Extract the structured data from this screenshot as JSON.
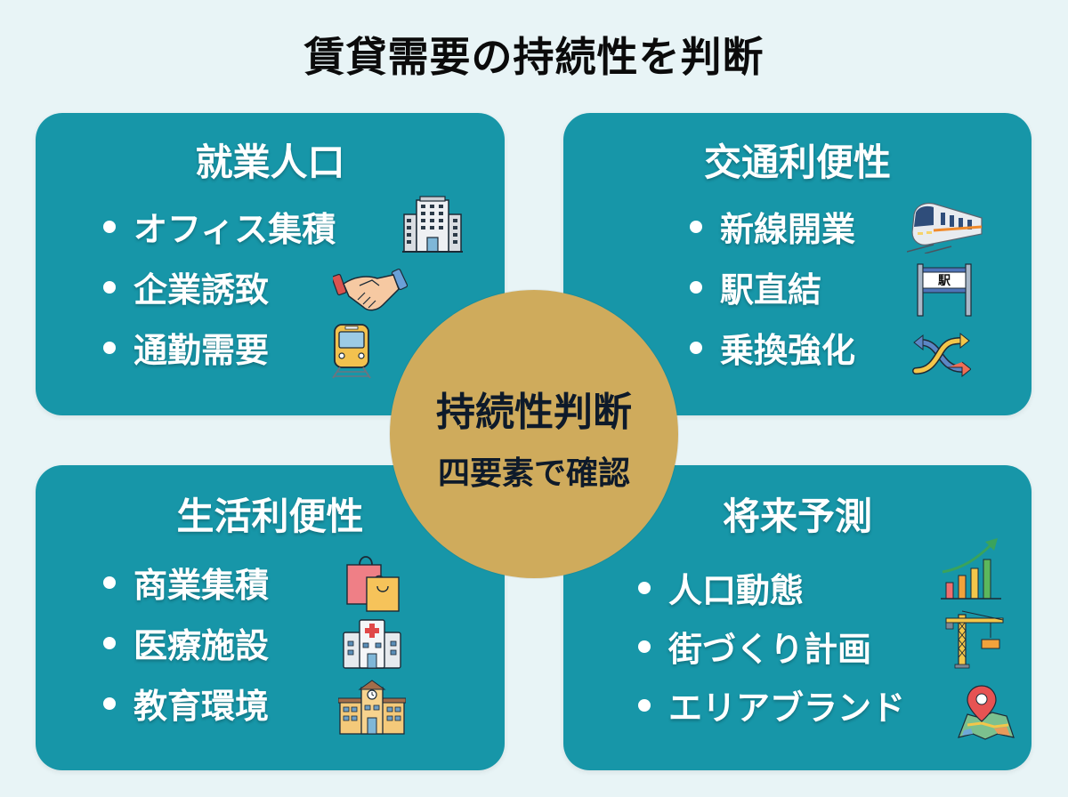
{
  "title": "賃貸需要の持続性を判断",
  "colors": {
    "background": "#e8f4f6",
    "card": "#1796a8",
    "center": "#cfab5c",
    "center_text": "#0e1a2a",
    "card_text": "#ffffff"
  },
  "center": {
    "title": "持続性判断",
    "subtitle": "四要素で確認"
  },
  "cards": [
    {
      "title": "就業人口",
      "items": [
        {
          "label": "オフィス集積",
          "icon": "office-building-icon"
        },
        {
          "label": "企業誘致",
          "icon": "handshake-icon"
        },
        {
          "label": "通勤需要",
          "icon": "train-front-icon"
        }
      ]
    },
    {
      "title": "交通利便性",
      "items": [
        {
          "label": "新線開業",
          "icon": "commuter-train-icon"
        },
        {
          "label": "駅直結",
          "icon": "station-sign-icon"
        },
        {
          "label": "乗換強化",
          "icon": "transfer-arrows-icon"
        }
      ]
    },
    {
      "title": "生活利便性",
      "items": [
        {
          "label": "商業集積",
          "icon": "shopping-bags-icon"
        },
        {
          "label": "医療施設",
          "icon": "hospital-icon"
        },
        {
          "label": "教育環境",
          "icon": "school-icon"
        }
      ]
    },
    {
      "title": "将来予測",
      "items": [
        {
          "label": "人口動態",
          "icon": "growth-chart-icon"
        },
        {
          "label": "街づくり計画",
          "icon": "crane-icon"
        },
        {
          "label": "エリアブランド",
          "icon": "map-pin-icon"
        }
      ]
    }
  ],
  "station_sign_text": "駅"
}
